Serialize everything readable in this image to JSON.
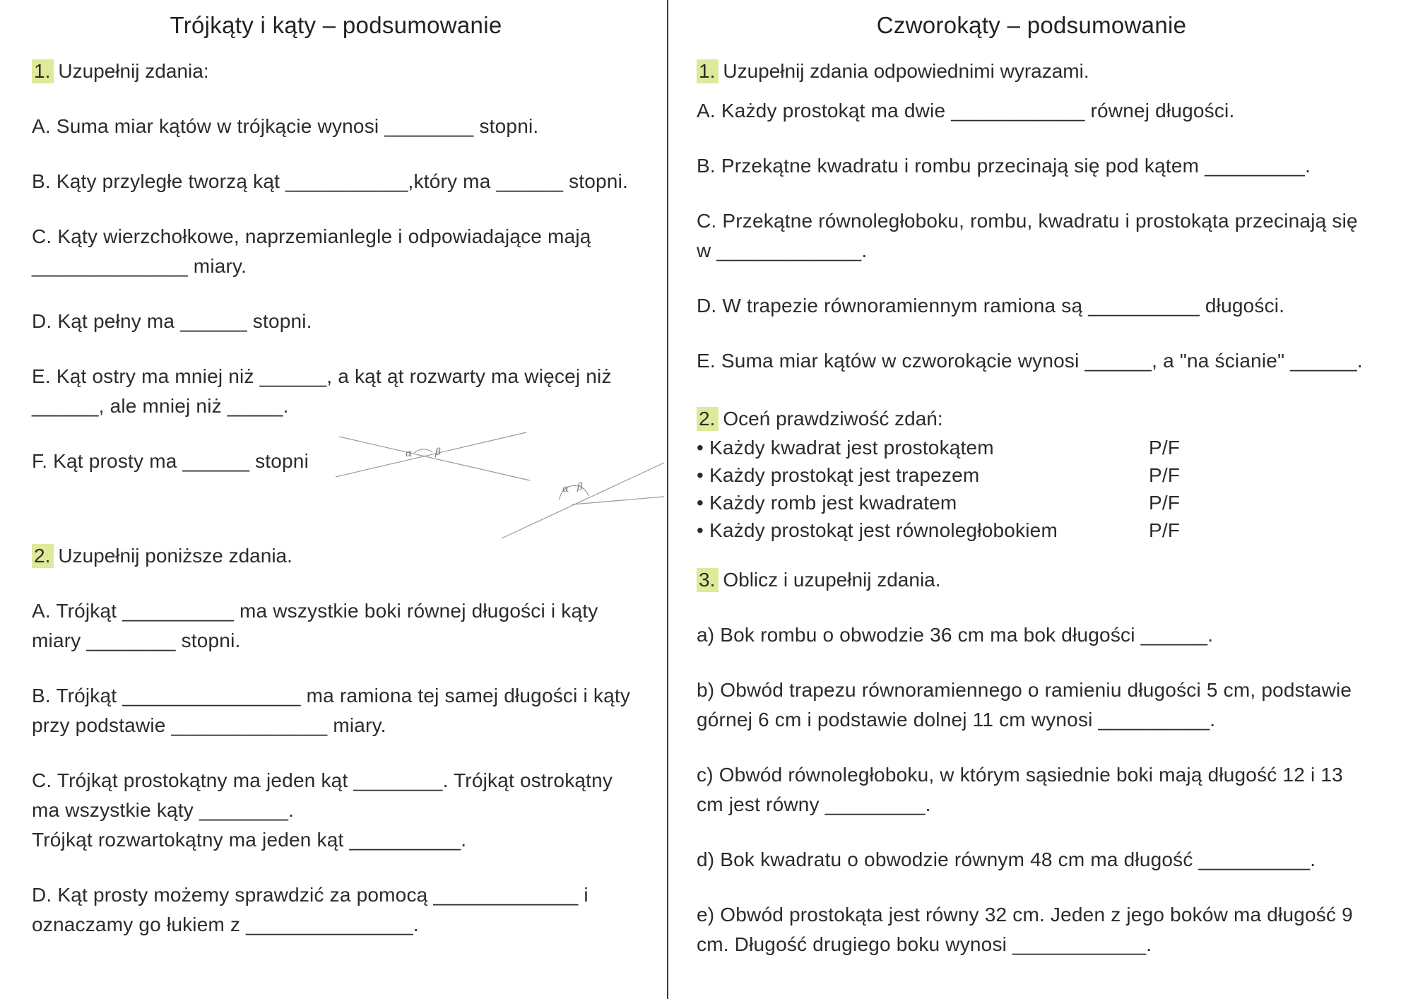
{
  "colors": {
    "highlight": "#dfe99a",
    "divider": "#3c3c3c",
    "text": "#2b2b2b",
    "sketch_lines": "#9a9a9a"
  },
  "left": {
    "title": "Trójkąty i kąty – podsumowanie",
    "section1": {
      "num": "1.",
      "heading": "Uzupełnij zdania:",
      "items": [
        "A. Suma miar kątów w trójkącie wynosi ________ stopni.",
        "B. Kąty przyległe tworzą kąt ___________,który ma ______ stopni.",
        "C. Kąty wierzchołkowe, naprzemianlegle i odpowiadające mają ______________ miary.",
        "D. Kąt pełny ma ______ stopni.",
        "E. Kąt ostry ma mniej niż ______, a kąt ąt rozwarty ma więcej niż ______, ale mniej niż _____.",
        "F. Kąt prosty ma ______ stopni"
      ]
    },
    "figure": {
      "alpha": "α",
      "beta": "β"
    },
    "section2": {
      "num": "2.",
      "heading": "Uzupełnij poniższe zdania.",
      "items": [
        "A. Trójkąt __________ ma wszystkie boki równej długości i kąty miary ________ stopni.",
        "B. Trójkąt ________________ ma ramiona tej samej długości i kąty przy podstawie ______________ miary.",
        "C. Trójkąt prostokątny ma jeden kąt ________. Trójkąt ostrokątny ma wszystkie kąty ________.\nTrójkąt rozwartokątny ma jeden kąt __________.",
        "D. Kąt prosty możemy sprawdzić za pomocą _____________ i oznaczamy go łukiem z _______________."
      ]
    }
  },
  "right": {
    "title": "Czworokąty – podsumowanie",
    "section1": {
      "num": "1.",
      "heading": "Uzupełnij zdania odpowiednimi wyrazami.",
      "items": [
        "A. Każdy prostokąt ma dwie ____________ równej długości.",
        "B. Przekątne kwadratu i rombu przecinają się pod kątem _________.",
        "C. Przekątne równoległoboku, rombu, kwadratu i prostokąta przecinają się w _____________.",
        "D. W trapezie równoramiennym ramiona są __________ długości.",
        "E. Suma miar kątów w czworokącie wynosi ______, a \"na ścianie\" ______."
      ]
    },
    "section2": {
      "num": "2.",
      "heading": "Oceń prawdziwość zdań:",
      "statements": [
        {
          "text": "• Każdy kwadrat jest prostokątem",
          "pf": "P/F"
        },
        {
          "text": "• Każdy prostokąt jest trapezem",
          "pf": "P/F"
        },
        {
          "text": "• Każdy romb jest kwadratem",
          "pf": "P/F"
        },
        {
          "text": "• Każdy prostokąt jest równoległobokiem",
          "pf": "P/F"
        }
      ]
    },
    "section3": {
      "num": "3.",
      "heading": "Oblicz i uzupełnij zdania.",
      "items": [
        "a) Bok rombu o obwodzie 36 cm ma bok długości ______.",
        "b) Obwód trapezu równoramiennego o ramieniu długości 5 cm, podstawie górnej 6 cm i podstawie dolnej 11 cm wynosi __________.",
        "c) Obwód równoległoboku, w którym sąsiednie boki mają długość 12 i 13 cm jest równy _________.",
        "d) Bok kwadratu o obwodzie równym 48 cm ma długość __________.",
        "e) Obwód prostokąta jest równy 32 cm. Jeden z jego boków ma długość 9 cm. Długość drugiego boku wynosi ____________."
      ]
    }
  }
}
